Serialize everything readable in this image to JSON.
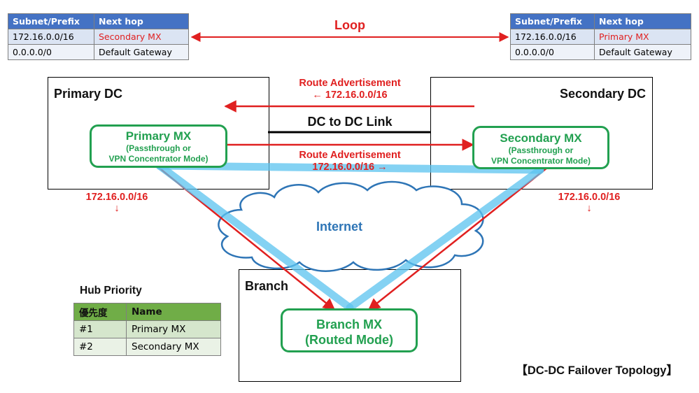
{
  "route_table_left": {
    "headers": [
      "Subnet/Prefix",
      "Next hop"
    ],
    "rows": [
      [
        "172.16.0.0/16",
        "Secondary MX"
      ],
      [
        "0.0.0.0/0",
        "Default Gateway"
      ]
    ]
  },
  "route_table_right": {
    "headers": [
      "Subnet/Prefix",
      "Next hop"
    ],
    "rows": [
      [
        "172.16.0.0/16",
        "Primary MX"
      ],
      [
        "0.0.0.0/0",
        "Default Gateway"
      ]
    ]
  },
  "loop_label": "Loop",
  "primary_dc": {
    "title": "Primary DC",
    "mx_name": "Primary MX",
    "mx_mode_1": "(Passthrough or",
    "mx_mode_2": "VPN Concentrator Mode)"
  },
  "secondary_dc": {
    "title": "Secondary DC",
    "mx_name": "Secondary MX",
    "mx_mode_1": "(Passthrough or",
    "mx_mode_2": "VPN Concentrator Mode)"
  },
  "route_adv_top": {
    "title": "Route Advertisement",
    "prefix": "← 172.16.0.0/16"
  },
  "route_adv_bottom": {
    "title": "Route Advertisement",
    "prefix": "172.16.0.0/16 →"
  },
  "dc_link_label": "DC to DC Link",
  "left_prefix": {
    "value": "172.16.0.0/16",
    "arrow": "↓"
  },
  "right_prefix": {
    "value": "172.16.0.0/16",
    "arrow": "↓"
  },
  "internet_label": "Internet",
  "branch": {
    "title": "Branch",
    "mx_name": "Branch MX",
    "mx_mode": "(Routed Mode)"
  },
  "hub_priority": {
    "title": "Hub Priority",
    "headers": [
      "優先度",
      "Name"
    ],
    "rows": [
      [
        "#1",
        "Primary MX"
      ],
      [
        "#2",
        "Secondary MX"
      ]
    ]
  },
  "caption": "【DC-DC Failover Topology】",
  "colors": {
    "red": "#e02020",
    "green": "#22a050",
    "blue_header": "#4472c4",
    "green_header": "#70ad47",
    "tunnel": "#7fd0f0",
    "cloud_stroke": "#2e75b6"
  }
}
